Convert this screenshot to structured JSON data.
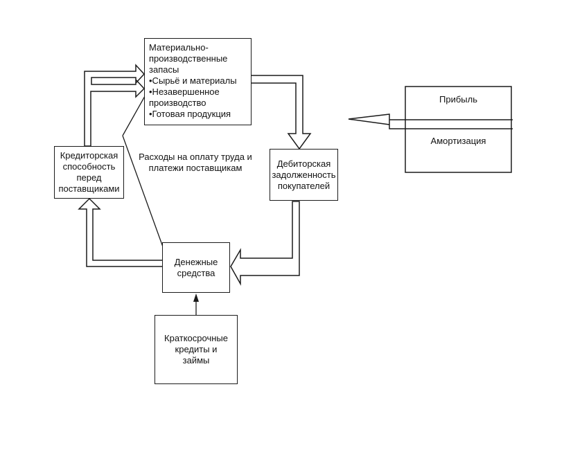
{
  "diagram": {
    "inventory": {
      "lines": [
        "Материально-",
        "производственные",
        "запасы",
        "•Сырьё и материалы",
        "•Незавершенное",
        "производство",
        "•Готовая продукция"
      ]
    },
    "receivables": {
      "lines": [
        "Дебиторская",
        "задолженность",
        "покупателей"
      ]
    },
    "payables": {
      "lines": [
        "Кредиторская",
        "способность",
        "перед",
        "поставщиками"
      ]
    },
    "cash": {
      "lines": [
        "Денежные",
        "средства"
      ]
    },
    "loans": {
      "lines": [
        "Краткосрочные",
        "кредиты и",
        "займы"
      ]
    },
    "expenses_label": {
      "lines": [
        "Расходы на оплату труда и",
        "платежи поставщикам"
      ]
    },
    "profit_label": "Прибыль",
    "depreciation_label": "Амортизация"
  }
}
